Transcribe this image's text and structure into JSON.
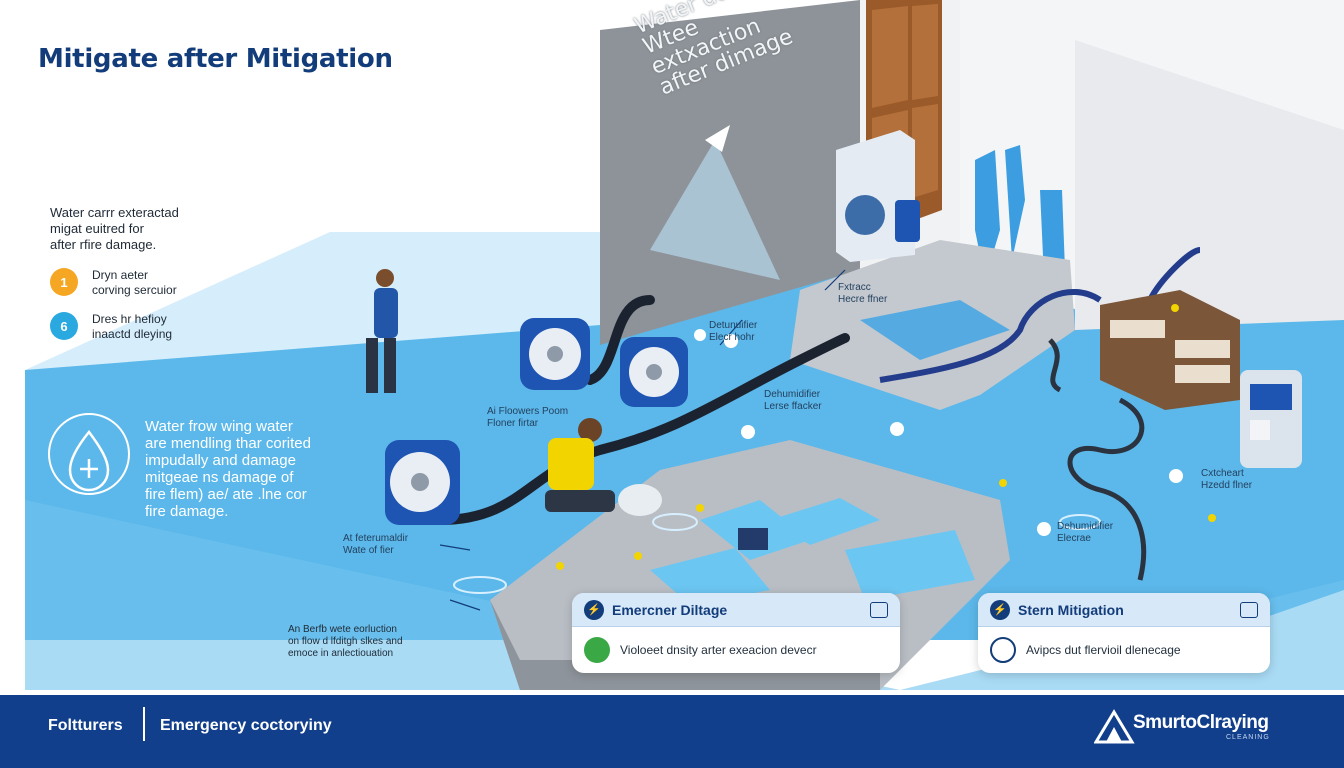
{
  "title": "Mitigate after Mitigation",
  "wall_text": [
    "Water damage",
    "Wtee extxaction",
    "after dimage"
  ],
  "intro": [
    "Water carrr exteractad",
    "migat euitred for",
    "after rfire damage."
  ],
  "steps": [
    {
      "badge": "1",
      "line1": "Dryn aeter",
      "line2": "corving sercuior",
      "color": "#f5a623"
    },
    {
      "badge": "6",
      "line1": "Dres hr hefioy",
      "line2": "inaactd dleying",
      "color": "#29a9e0"
    }
  ],
  "info_block": [
    "Water frow wing water",
    "are mendling thar corited",
    "impudally and damage",
    "mitgeae ns damage of",
    "fire flem) ae/ ate .lne cor",
    "fire damage."
  ],
  "scene_labels": {
    "dehumidifier_1": [
      "Detunuifier",
      "Elecr hohr"
    ],
    "extraction_1": [
      "Fxtracc",
      "Hecre ffner"
    ],
    "flooring": [
      "Ai Floowers Poom",
      "Floner firtar"
    ],
    "dehumidifier_2": [
      "Dehumidifier",
      "Lerse ffacker"
    ],
    "extractor_right": [
      "Cxtcheart",
      "Hzedd flner"
    ],
    "dehumidifier_3": [
      "Dehumidifier",
      "Elecrae"
    ],
    "water_filter": [
      "At feterumaldir",
      "Wate of fier"
    ],
    "bottom_note": [
      "An Berfb wete eorluction",
      "on flow d lfditgh slkes and",
      "emoce in anlectiouation"
    ]
  },
  "cards": [
    {
      "header_icon": "⚡",
      "title": "Emercner Diltage",
      "body": "Violoeet dnsity arter exeacion devecr",
      "body_icon_color": "#3aa845"
    },
    {
      "header_icon": "⚡",
      "title": "Stern Mitigation",
      "body": "Avipcs dut flervioil dlenecage",
      "body_icon_color": "#ffffff"
    }
  ],
  "footer": {
    "left": "Foltturers",
    "middle": "Emergency coctoryiny",
    "brand": "SmurtoClraying",
    "brand_sub": "CLEANING"
  },
  "colors": {
    "brand_navy": "#123c7a",
    "footer_blue": "#123f8c",
    "water_blue": "#5cb8ea",
    "floor_light": "#c6e8fa",
    "wall_grey": "#8b9096",
    "accent_orange": "#f5a623",
    "accent_cyan": "#29a9e0",
    "worker_vest": "#f2d500"
  }
}
